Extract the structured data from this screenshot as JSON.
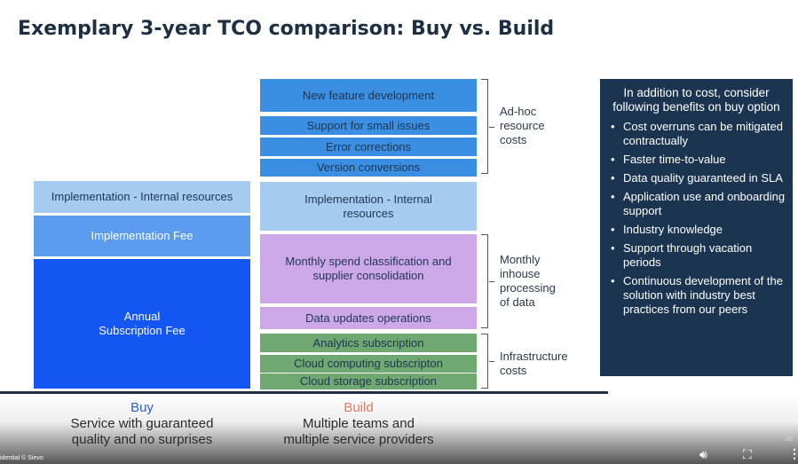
{
  "title": "Exemplary 3-year TCO comparison: Buy vs. Build",
  "buy": {
    "blocks": [
      "Implementation - Internal resources",
      "Implementation Fee",
      "Annual\nSubscription Fee"
    ],
    "label": "Buy",
    "caption1": "Service with guaranteed",
    "caption2": "quality and no surprises"
  },
  "build": {
    "blocks": [
      "New feature development",
      "Support for small issues",
      "Error corrections",
      "Version conversions",
      "Implementation - Internal resources",
      "Monthly spend classification and supplier consolidation",
      "Data updates operations",
      "Analytics subscription",
      "Cloud computing subscripton",
      "Cloud storage subscription"
    ],
    "label": "Build",
    "caption1": "Multiple teams and",
    "caption2": "multiple service providers"
  },
  "groups": [
    "Ad-hoc\nresource\ncosts",
    "Monthly\ninhouse\nprocessing\nof data",
    "Infrastructure\ncosts"
  ],
  "panel": {
    "heading": "In addition to cost, consider following benefits on buy option",
    "items": [
      "Cost overruns can be mitigated contractually",
      "Faster time-to-value",
      "Data quality guaranteed in SLA",
      "Application use and onboarding support",
      "Industry knowledge",
      "Support through vacation periods",
      "Continuous development of the solution with industry best practices from our peers"
    ]
  },
  "footer": {
    "confidential": "idential © Sievo",
    "page": "20"
  },
  "colors": {
    "buy": "#2a5fc0",
    "build": "#e07a5f"
  }
}
